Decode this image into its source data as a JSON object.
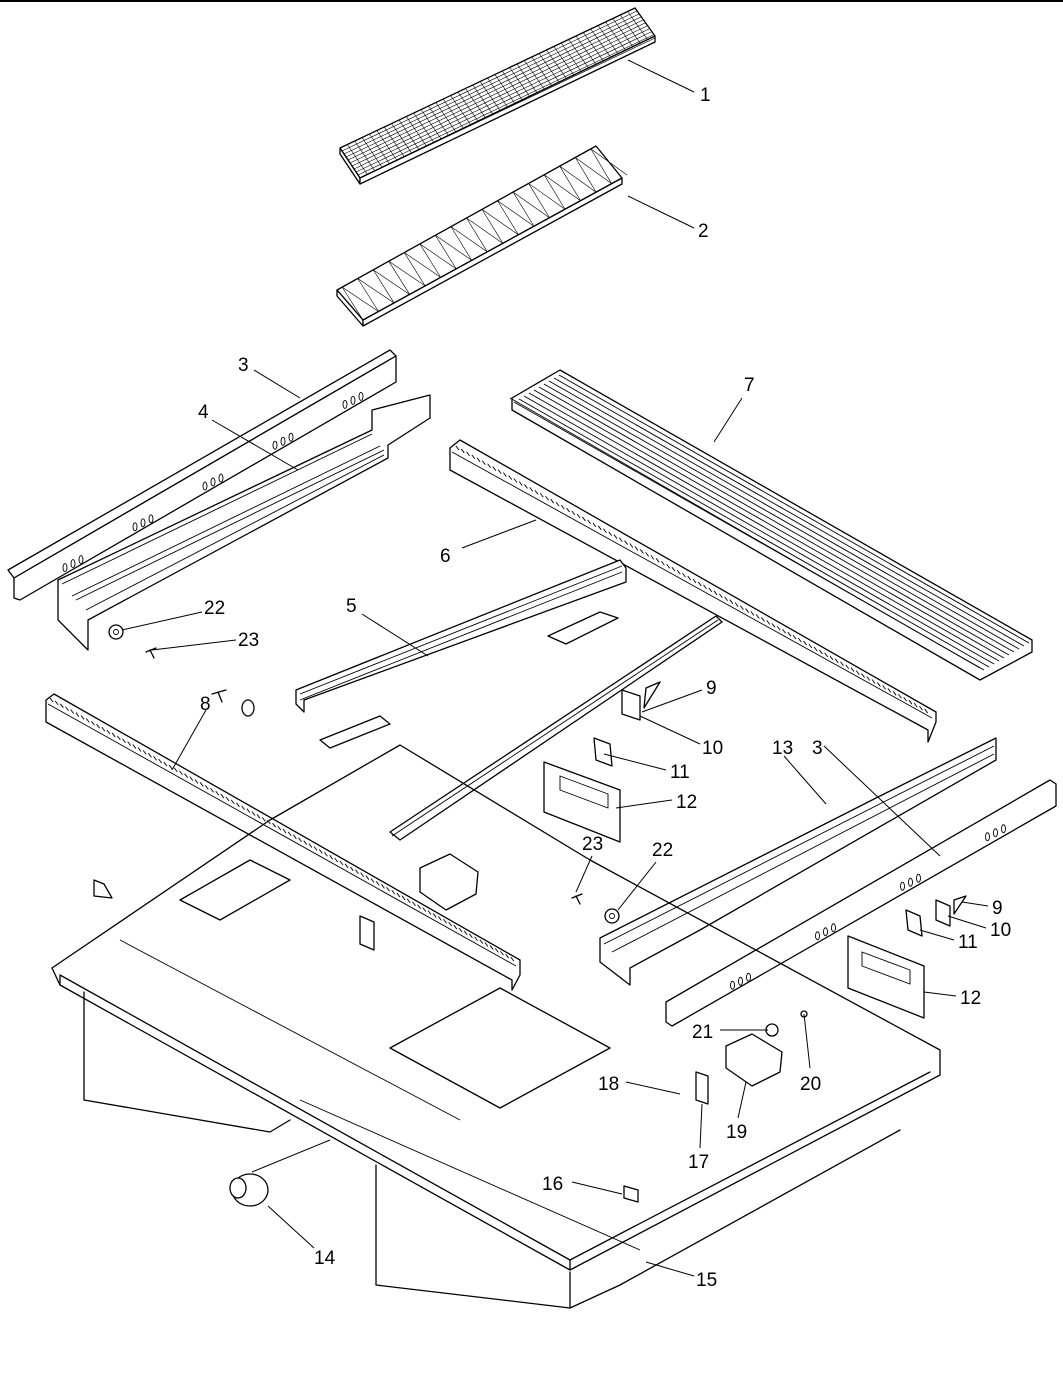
{
  "callouts": [
    {
      "id": "c1",
      "text": "1"
    },
    {
      "id": "c2",
      "text": "2"
    },
    {
      "id": "c3a",
      "text": "3"
    },
    {
      "id": "c4",
      "text": "4"
    },
    {
      "id": "c7",
      "text": "7"
    },
    {
      "id": "c6",
      "text": "6"
    },
    {
      "id": "c5",
      "text": "5"
    },
    {
      "id": "c22a",
      "text": "22"
    },
    {
      "id": "c23a",
      "text": "23"
    },
    {
      "id": "c8",
      "text": "8"
    },
    {
      "id": "c9a",
      "text": "9"
    },
    {
      "id": "c10a",
      "text": "10"
    },
    {
      "id": "c11a",
      "text": "11"
    },
    {
      "id": "c12a",
      "text": "12"
    },
    {
      "id": "c13",
      "text": "13"
    },
    {
      "id": "c3b",
      "text": "3"
    },
    {
      "id": "c23b",
      "text": "23"
    },
    {
      "id": "c22b",
      "text": "22"
    },
    {
      "id": "c9b",
      "text": "9"
    },
    {
      "id": "c10b",
      "text": "10"
    },
    {
      "id": "c11b",
      "text": "11"
    },
    {
      "id": "c12b",
      "text": "12"
    },
    {
      "id": "c21",
      "text": "21"
    },
    {
      "id": "c20",
      "text": "20"
    },
    {
      "id": "c18",
      "text": "18"
    },
    {
      "id": "c19",
      "text": "19"
    },
    {
      "id": "c17",
      "text": "17"
    },
    {
      "id": "c16",
      "text": "16"
    },
    {
      "id": "c14",
      "text": "14"
    },
    {
      "id": "c15",
      "text": "15"
    }
  ]
}
